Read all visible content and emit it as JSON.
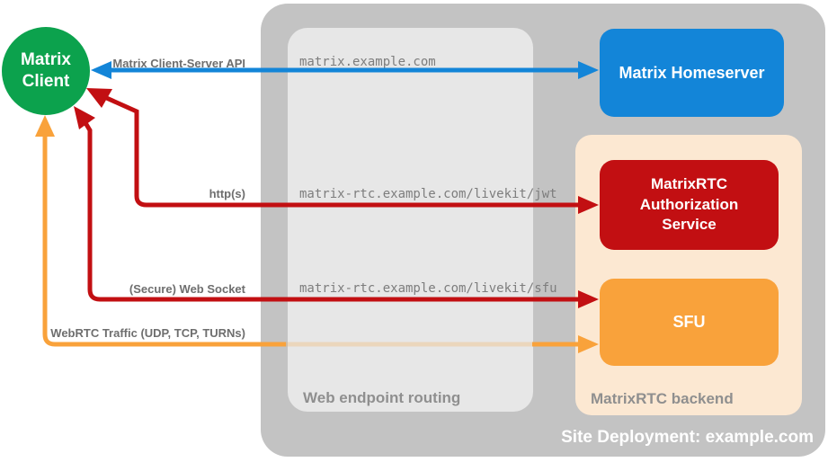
{
  "colors": {
    "green": "#0ca24d",
    "blue": "#1385d8",
    "red": "#c20f12",
    "orange": "#f9a23b",
    "peach": "#fce8d2",
    "outer_gray": "#c3c3c3",
    "panel_gray": "#e7e7e7",
    "title_gray": "#8f8f8f",
    "label_gray": "#6e6e6e",
    "url_gray": "#7d7d7d"
  },
  "client": {
    "lines": [
      "Matrix",
      "Client"
    ]
  },
  "homeserver": {
    "label": "Matrix Homeserver"
  },
  "auth_service": {
    "lines": [
      "MatrixRTC",
      "Authorization",
      "Service"
    ]
  },
  "sfu": {
    "label": "SFU"
  },
  "routing_panel": {
    "title": "Web endpoint routing",
    "endpoints": [
      "matrix.example.com",
      "matrix-rtc.example.com/livekit/jwt",
      "matrix-rtc.example.com/livekit/sfu"
    ]
  },
  "backend_panel": {
    "title": "MatrixRTC backend"
  },
  "deployment": {
    "title": "Site Deployment: example.com"
  },
  "arrow_labels": {
    "client_server": "Matrix Client-Server API",
    "https": "http(s)",
    "websocket": "(Secure) Web Socket",
    "webrtc": "WebRTC Traffic (UDP, TCP, TURNs)"
  }
}
